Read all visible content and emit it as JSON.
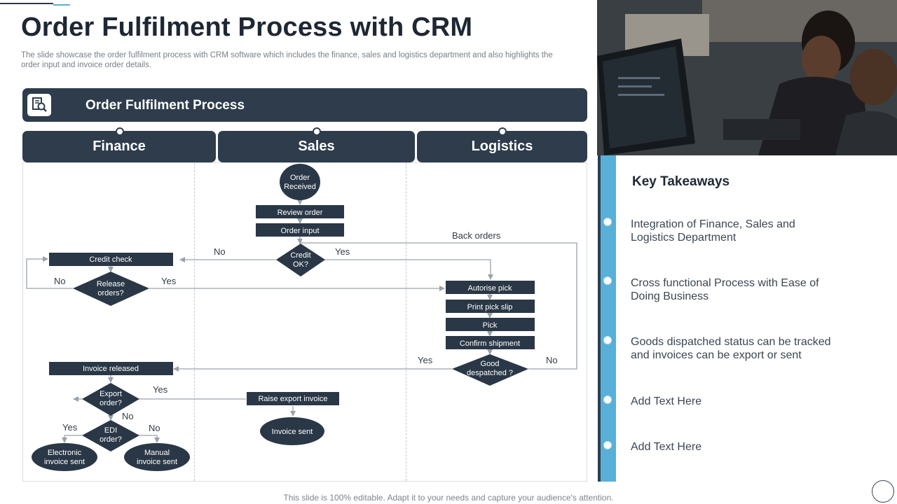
{
  "title": "Order Fulfilment Process with CRM",
  "subtitle": "The slide showcase the order fulfilment process with CRM software which includes the finance, sales and logistics department and also highlights the order input and invoice order details.",
  "process_bar": {
    "title": "Order Fulfilment Process",
    "icon": "document-search-icon"
  },
  "departments": [
    "Finance",
    "Sales",
    "Logistics"
  ],
  "flow": {
    "order_received": [
      "Order",
      "Received"
    ],
    "review_order": "Review order",
    "order_input": "Order input",
    "credit_ok": [
      "Credit",
      "OK?"
    ],
    "credit_check": "Credit check",
    "release_orders": [
      "Release",
      "orders?"
    ],
    "autorise_pick": "Autorise pick",
    "print_pick_slip": "Print pick slip",
    "pick": "Pick",
    "confirm_shipment": "Confirm shipment",
    "good_despatched": [
      "Good",
      "despatched ?"
    ],
    "invoice_released": "Invoice released",
    "export_order": [
      "Export",
      "order?"
    ],
    "raise_export_invoice": "Raise export invoice",
    "invoice_sent": "Invoice sent",
    "edi_order": [
      "EDI",
      "order?"
    ],
    "electronic_invoice_sent": [
      "Electronic",
      "invoice sent"
    ],
    "manual_invoice_sent": [
      "Manual",
      "invoice sent"
    ],
    "labels": {
      "back_orders": "Back orders",
      "no": "No",
      "yes": "Yes"
    }
  },
  "key_takeaways": {
    "title": "Key Takeaways",
    "items": [
      "Integration  of Finance, Sales and Logistics Department",
      "Cross functional  Process with Ease of Doing Business",
      "Goods dispatched status can be tracked and invoices can be export or sent",
      "Add Text Here",
      "Add Text Here"
    ]
  },
  "footer": "This slide is 100% editable. Adapt it to your needs and capture your audience's attention.",
  "colors": {
    "dark_navy": "#2e3c4c",
    "accent_blue": "#58b0d8"
  }
}
